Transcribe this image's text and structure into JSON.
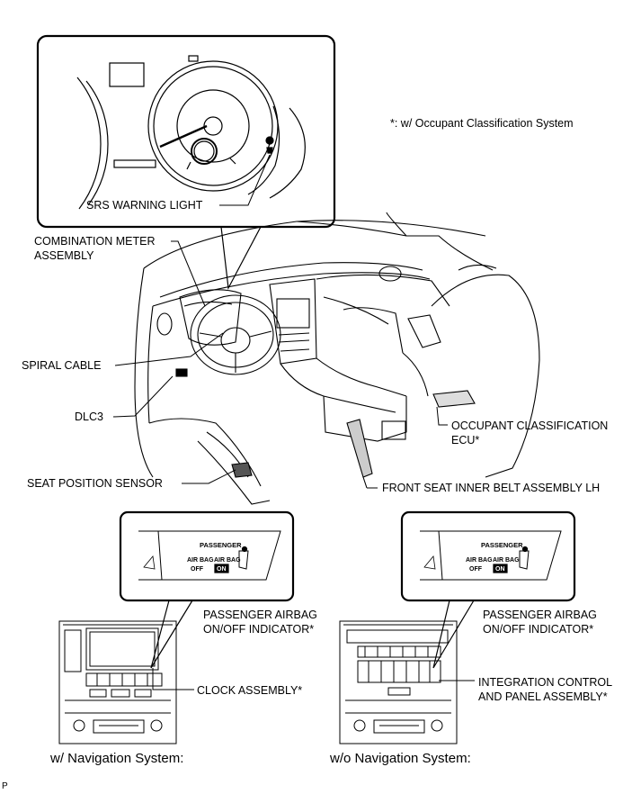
{
  "note": "*: w/ Occupant Classification System",
  "labels": {
    "srs_warning_light": "SRS WARNING LIGHT",
    "combination_meter_l1": "COMBINATION METER",
    "combination_meter_l2": "ASSEMBLY",
    "spiral_cable": "SPIRAL CABLE",
    "dlc3": "DLC3",
    "seat_position_sensor": "SEAT POSITION SENSOR",
    "occupant_ecu_l1": "OCCUPANT CLASSIFICATION",
    "occupant_ecu_l2": "ECU*",
    "front_seat_belt": "FRONT SEAT INNER BELT ASSEMBLY  LH",
    "passenger_airbag_left_l1": "PASSENGER AIRBAG",
    "passenger_airbag_left_l2": "ON/OFF INDICATOR*",
    "clock_assembly": "CLOCK ASSEMBLY*",
    "passenger_airbag_right_l1": "PASSENGER AIRBAG",
    "passenger_airbag_right_l2": "ON/OFF INDICATOR*",
    "integration_panel_l1": "INTEGRATION CONTROL",
    "integration_panel_l2": "AND PANEL ASSEMBLY*"
  },
  "indicator": {
    "passenger": "PASSENGER",
    "airbag": "AIR BAG",
    "off": "OFF",
    "on": "ON"
  },
  "captions": {
    "with_nav": "w/ Navigation System:",
    "without_nav": "w/o Navigation System:"
  },
  "corner_mark": "P"
}
